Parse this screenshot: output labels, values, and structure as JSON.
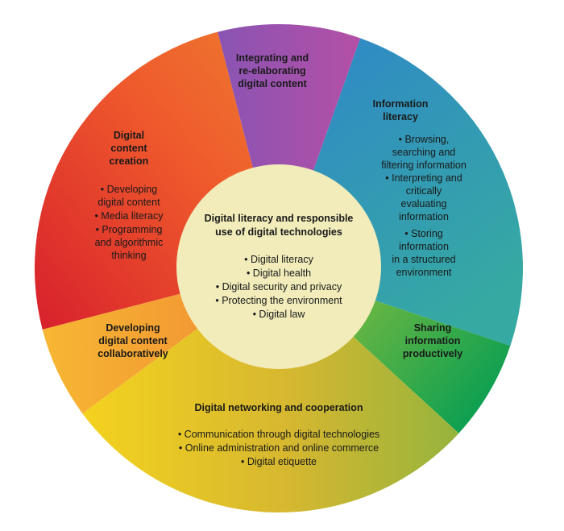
{
  "colors": {
    "integrating": [
      "#8a54b3",
      "#b44fa6"
    ],
    "information": [
      "#2f86c9",
      "#36a9a3"
    ],
    "sharing": [
      "#9ac23a",
      "#10a051"
    ],
    "networking": [
      "#f4d21f",
      "#d6b730",
      "#95b43d"
    ],
    "collaborative": [
      "#f7b733",
      "#f08a33"
    ],
    "creation": [
      "#d7202c",
      "#ef5a2c",
      "#ee7a30"
    ],
    "center": "#f1ecba"
  },
  "center": {
    "title": [
      "Digital literacy and responsible",
      "use of digital technologies"
    ],
    "items": [
      "• Digital literacy",
      "• Digital health",
      "• Digital security and privacy",
      "• Protecting the environment",
      "• Digital law"
    ]
  },
  "segments": {
    "integrating": {
      "title": [
        "Integrating and",
        "re-elaborating",
        "digital content"
      ],
      "items": []
    },
    "information": {
      "title": [
        "Information",
        "literacy"
      ],
      "items": [
        "• Browsing,",
        "searching and",
        "filtering information",
        "• Interpreting and",
        "critically",
        "evaluating",
        "information",
        "• Storing",
        "information",
        "in a structured",
        "environment"
      ]
    },
    "sharing": {
      "title": [
        "Sharing",
        "information",
        "productively"
      ],
      "items": []
    },
    "networking": {
      "title": [
        "Digital networking and cooperation"
      ],
      "items": [
        "• Communication through digital technologies",
        "• Online administration and online commerce",
        "• Digital etiquette"
      ]
    },
    "collaborative": {
      "title": [
        "Developing",
        "digital content",
        "collaboratively"
      ],
      "items": []
    },
    "creation": {
      "title": [
        "Digital",
        "content",
        "creation"
      ],
      "items": [
        "• Developing",
        "digital content",
        "• Media literacy",
        "• Programming",
        "and algorithmic",
        "thinking"
      ]
    }
  }
}
